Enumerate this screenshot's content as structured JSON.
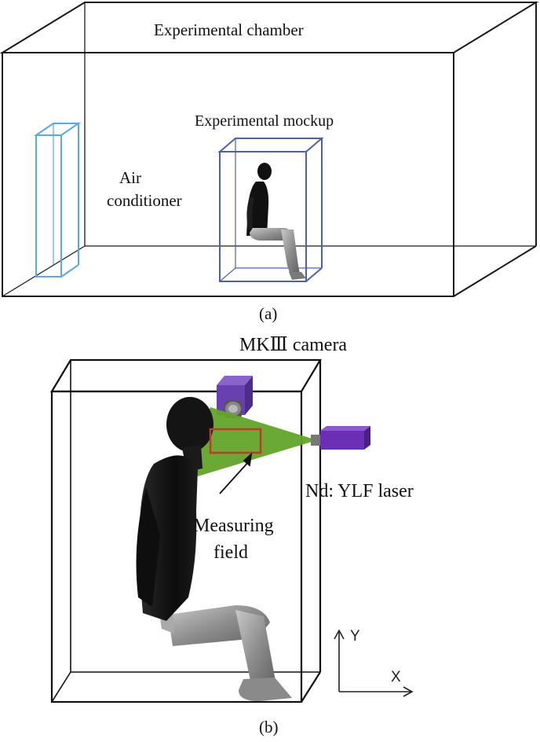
{
  "panel_a": {
    "caption": "(a)",
    "chamber_label": "Experimental  chamber",
    "mockup_label": "Experimental  mockup",
    "ac_label_line1": "Air",
    "ac_label_line2": "conditioner",
    "colors": {
      "chamber": "#1a1a1a",
      "air_conditioner": "#5aa9e6",
      "mockup": "#4f5fb0",
      "mannequin": "#111111",
      "legs": "#8a8a8a"
    }
  },
  "panel_b": {
    "caption": "(b)",
    "camera_label": "MKⅢ  camera",
    "laser_label": "Nd:  YLF laser",
    "field_label_line1": "Measuring",
    "field_label_line2": "field",
    "axis_y": "Y",
    "axis_x": "X",
    "colors": {
      "frame": "#111111",
      "camera": "#6a3fb0",
      "laser": "#6a2fb5",
      "light_sheet": "#63a42a",
      "measuring_field": "#c0392b",
      "torso": "#141414",
      "legs": "#9a9a9a"
    }
  }
}
